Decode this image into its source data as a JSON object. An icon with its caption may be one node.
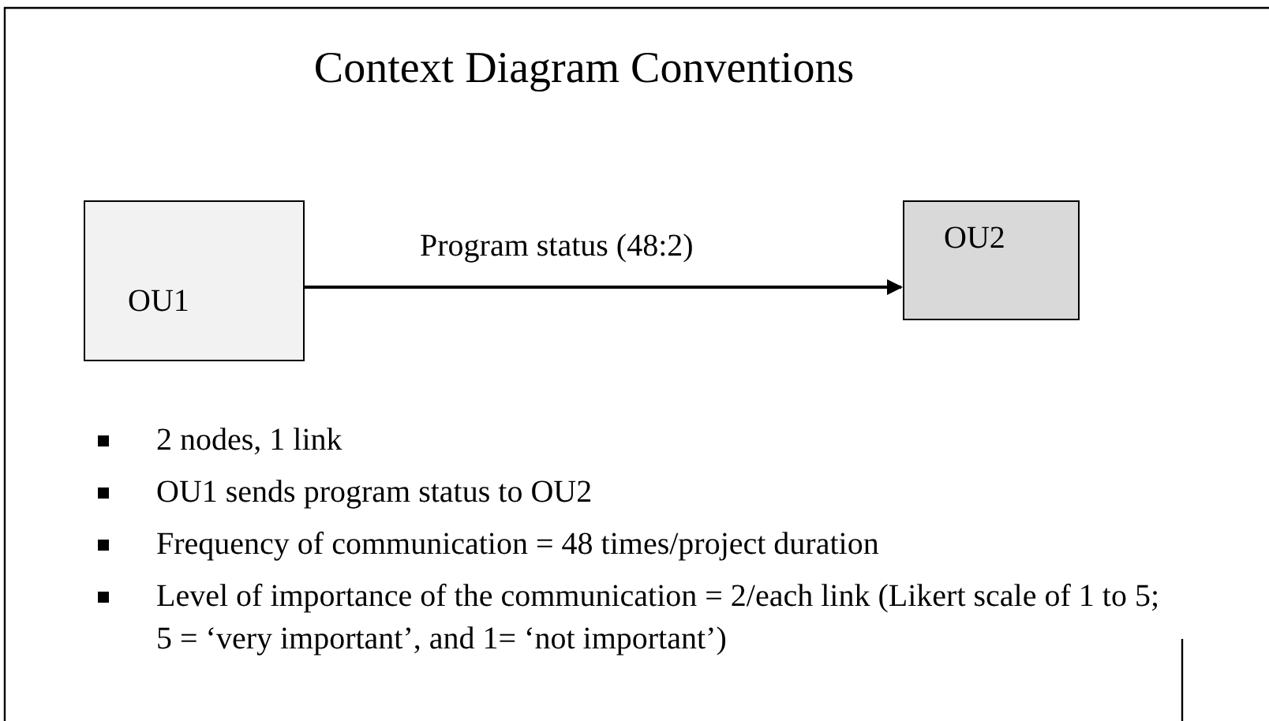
{
  "diagram": {
    "title": "Context Diagram Conventions",
    "nodes": [
      {
        "text": [
          "OU1"
        ]
      },
      {
        "text": [
          "OU2"
        ]
      }
    ],
    "edges": [
      {
        "from": 0,
        "to": 1,
        "arrow": "to",
        "label": "Program status (48:2)"
      }
    ],
    "labels": [
      "2 nodes, 1 link",
      "OU1 sends program status to OU2",
      "Frequency of communication = 48 times/project duration",
      "Level of importance of the communication = 2/each link (Likert scale of 1 to 5; 5 = ‘very important’, and 1= ‘not important’)"
    ]
  }
}
